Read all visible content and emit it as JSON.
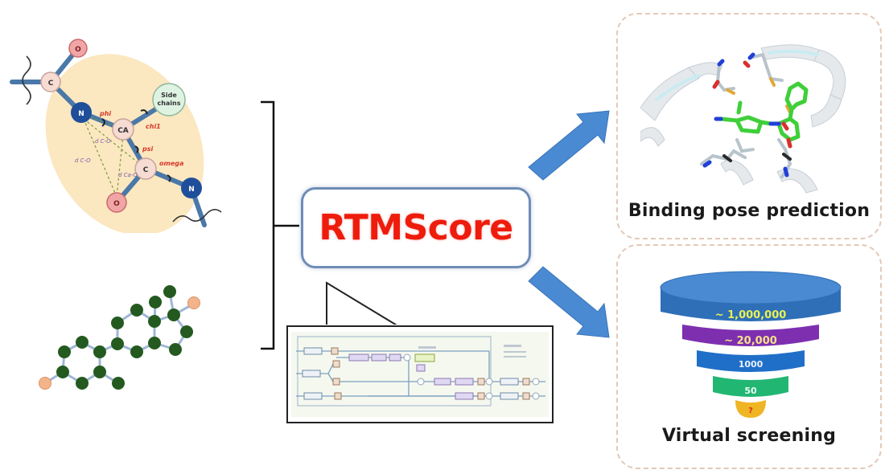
{
  "center": {
    "title": "RTMScore",
    "title_color": "#ee1c0c"
  },
  "protein_graph": {
    "nodes": {
      "o_top": "O",
      "c_left": "C",
      "n_left": "N",
      "ca": "CA",
      "side_chains_line1": "Side",
      "side_chains_line2": "chains",
      "c_mid": "C",
      "n_right": "N",
      "o_bottom": "O"
    },
    "angles": {
      "phi": "phi",
      "psi": "psi",
      "chi": "chi1",
      "omega": "omega"
    },
    "distance_labels": [
      "d C-O",
      "d C-O",
      "d Ca-O"
    ],
    "colors": {
      "ellipse": "#fbe7c0",
      "bond": "#4a78a8",
      "n_atom": "#1f4e9a",
      "o_atom": "#f0a6a6",
      "c_atom": "#f7dcd3",
      "side_chain": "#dff3e3",
      "angle_text": "#d43a2a",
      "distance_text": "#7b5ea8"
    }
  },
  "ligand_graph": {
    "colors": {
      "atom": "#245a1f",
      "hetero_atom": "#f4b48a",
      "bond": "#9fb6d6"
    }
  },
  "outputs": {
    "binding_pose": {
      "label": "Binding pose prediction"
    },
    "virtual_screening": {
      "label": "Virtual screening",
      "funnel_levels": [
        {
          "text": "~ 1,000,000",
          "color": "#3a7cc8",
          "text_color": "#e8f055"
        },
        {
          "text": "~ 20,000",
          "color": "#7e2fb0",
          "text_color": "#f5e18a"
        },
        {
          "text": "1000",
          "color": "#1f6fc8",
          "text_color": "#e8f1ff"
        },
        {
          "text": "50",
          "color": "#22b673",
          "text_color": "#eafff3"
        },
        {
          "text": "?",
          "color": "#f0b524",
          "text_color": "#d9301a"
        }
      ]
    }
  },
  "arrows": {
    "color": "#4a8ad2"
  }
}
